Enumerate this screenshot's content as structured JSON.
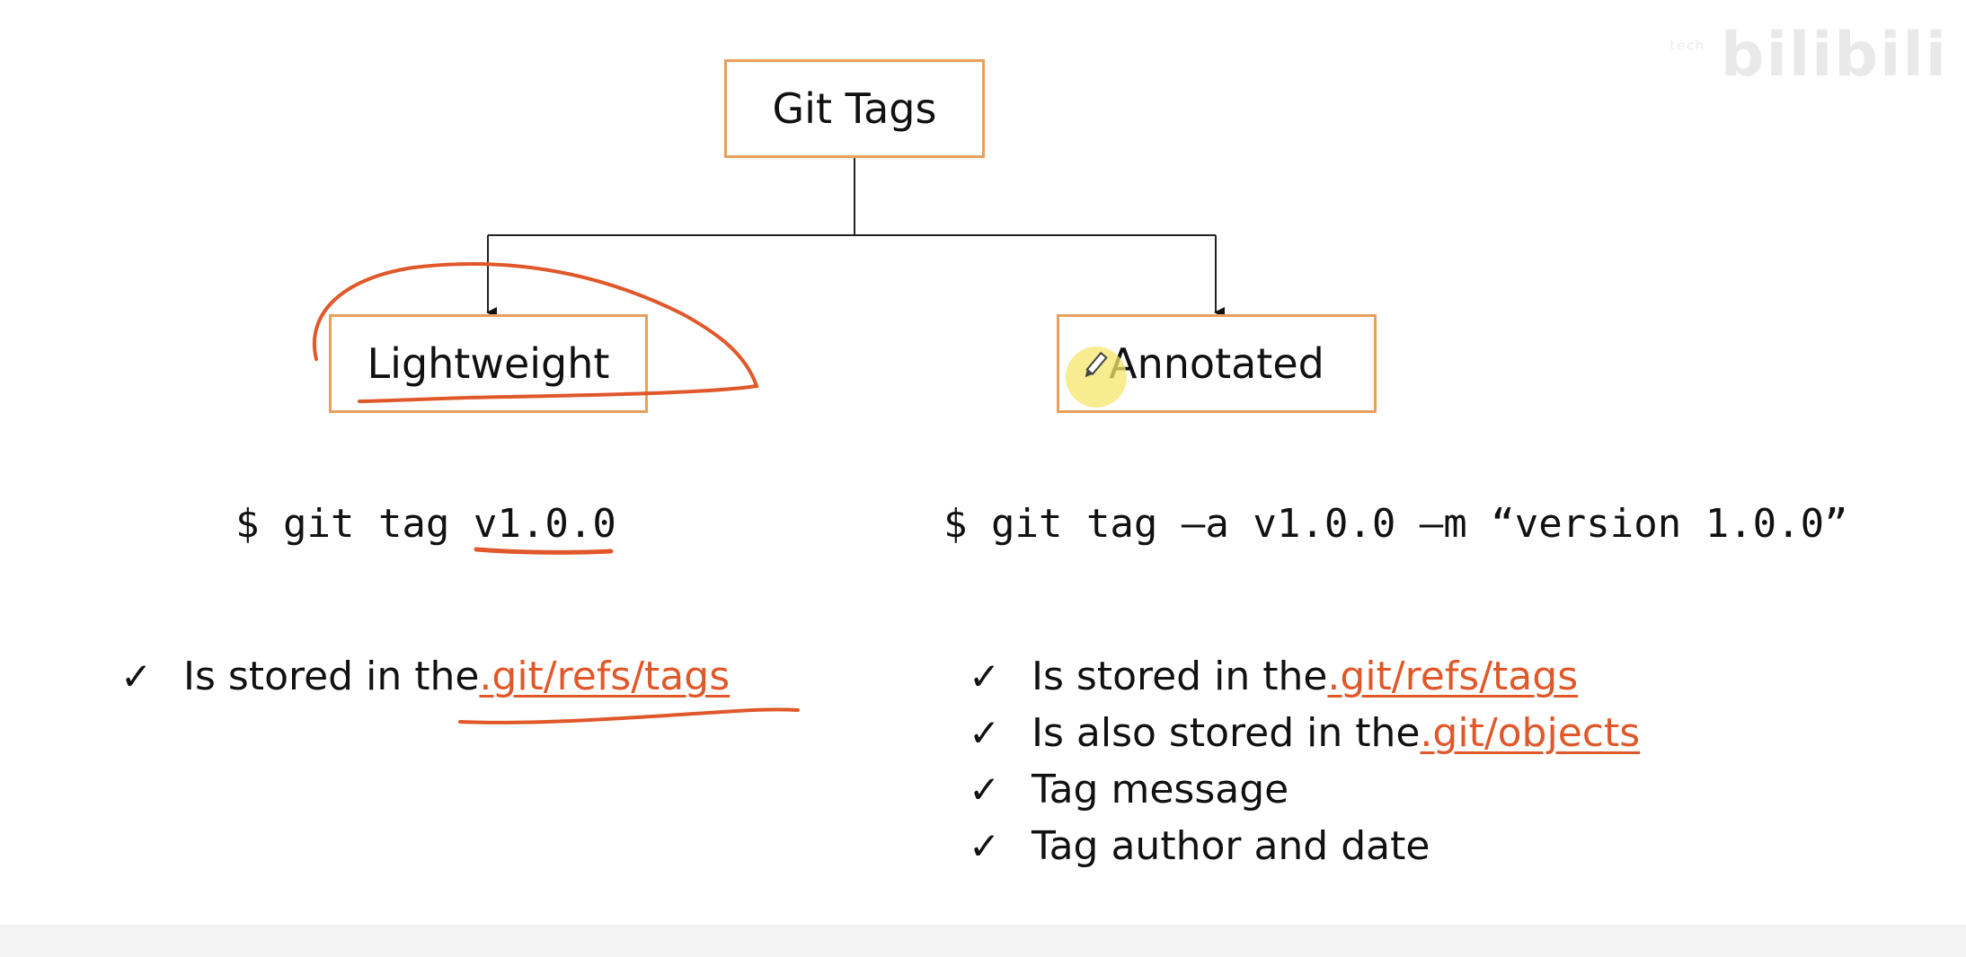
{
  "diagram": {
    "root": "Git Tags",
    "lightweight": {
      "title": "Lightweight",
      "command": "$ git tag v1.0.0",
      "points": [
        {
          "pre": "Is stored in the ",
          "path": ".git/refs/tags"
        }
      ]
    },
    "annotated": {
      "title": "Annotated",
      "command": "$ git tag –a v1.0.0 –m “version 1.0.0”",
      "points": [
        {
          "pre": "Is stored in the ",
          "path": ".git/refs/tags"
        },
        {
          "pre": "Is also stored in the ",
          "path": ".git/objects"
        },
        {
          "pre": "Tag message",
          "path": ""
        },
        {
          "pre": "Tag author and date",
          "path": ""
        }
      ]
    }
  },
  "checkmark": "✓",
  "watermark": {
    "logo": "bilibili",
    "small": "ᵗᵉᶜʰ"
  },
  "colors": {
    "node_border": "#e8a05c",
    "highlight": "#e0582a",
    "annotation_ink": "#e0582a",
    "cursor_highlight": "#f5e66b"
  },
  "icons": {
    "cursor": "pen-cursor-icon"
  }
}
